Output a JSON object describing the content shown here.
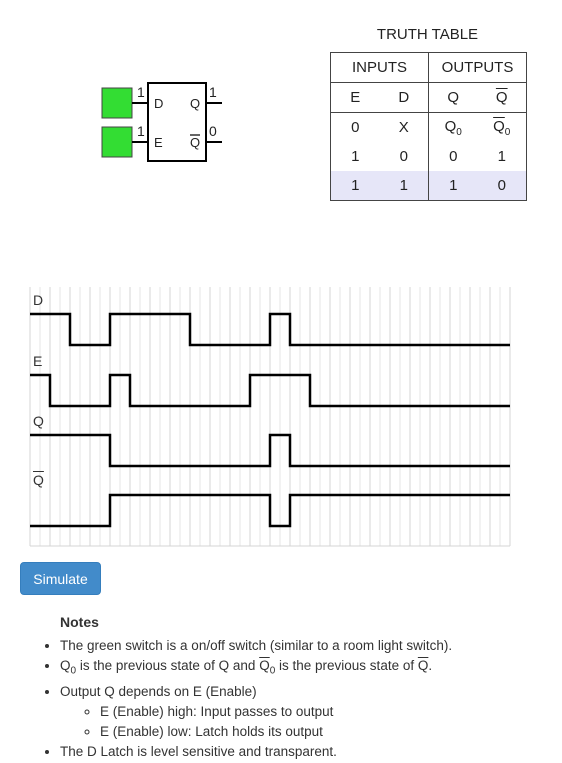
{
  "truth_table": {
    "title": "TRUTH TABLE",
    "group_headers": [
      "INPUTS",
      "OUTPUTS"
    ],
    "col_headers": [
      "E",
      "D",
      "Q",
      "Q"
    ],
    "rows": [
      [
        "0",
        "X",
        "Q",
        "Q"
      ],
      [
        "1",
        "0",
        "0",
        "1"
      ],
      [
        "1",
        "1",
        "1",
        "0"
      ]
    ],
    "row0_subscript": "0",
    "highlighted_row": 2
  },
  "latch": {
    "switch_d_value": "1",
    "switch_e_value": "1",
    "pin_d": "D",
    "pin_e": "E",
    "pin_q": "Q",
    "pin_qbar": "Q",
    "out_q_value": "1",
    "out_qbar_value": "0",
    "switch_color": "#33dd33"
  },
  "timing": {
    "labels": [
      "D",
      "E",
      "Q",
      "Q"
    ],
    "signals": {
      "D": [
        [
          0,
          1
        ],
        [
          2,
          0
        ],
        [
          4,
          1
        ],
        [
          8,
          0
        ],
        [
          12,
          1
        ],
        [
          13,
          0
        ]
      ],
      "E": [
        [
          0,
          1
        ],
        [
          1,
          0
        ],
        [
          4,
          1
        ],
        [
          5,
          0
        ],
        [
          11,
          1
        ],
        [
          14,
          0
        ]
      ],
      "Q": [
        [
          0,
          1
        ],
        [
          4,
          0
        ],
        [
          12,
          1
        ],
        [
          13,
          0
        ]
      ],
      "Qbar": [
        [
          0,
          0
        ],
        [
          4,
          1
        ],
        [
          12,
          0
        ],
        [
          13,
          1
        ]
      ]
    },
    "end_step": 24
  },
  "simulate_button": "Simulate",
  "notes": {
    "title": "Notes",
    "items": [
      "The green switch is a on/off switch (similar to a room light switch).",
      "Output Q depends on E (Enable)",
      "The D Latch is level sensitive and transparent."
    ],
    "item_prev_a": "Q",
    "item_prev_sub": "0",
    "item_prev_b": " is the previous state of Q and ",
    "item_prev_c": "Q",
    "item_prev_d": " is the previous state of ",
    "item_prev_e": "Q",
    "item_prev_f": ".",
    "sub_items": [
      "E (Enable) high: Input passes to output",
      "E (Enable) low: Latch holds its output"
    ]
  },
  "colors": {
    "accent": "#428bca",
    "highlight": "#e6e6f8",
    "switch": "#33dd33"
  }
}
